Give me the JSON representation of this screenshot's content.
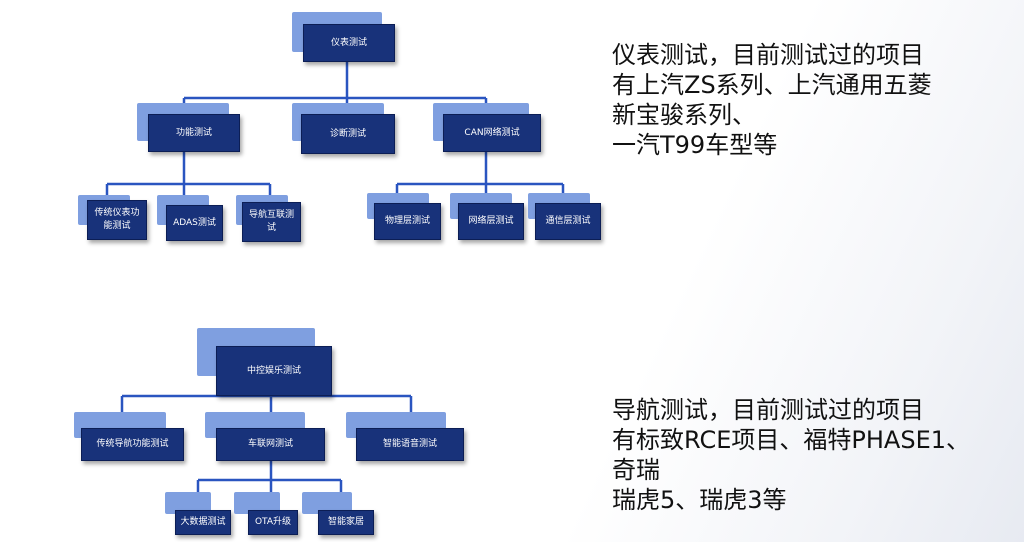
{
  "diagram1": {
    "root": "仪表测试",
    "level2": [
      "功能测试",
      "诊断测试",
      "CAN网络测试"
    ],
    "func_children": [
      "传统仪表功能测试",
      "ADAS测试",
      "导航互联测试"
    ],
    "can_children": [
      "物理层测试",
      "网络层测试",
      "通信层测试"
    ]
  },
  "diagram2": {
    "root": "中控娱乐测试",
    "level2": [
      "传统导航功能测试",
      "车联网测试",
      "智能语音测试"
    ],
    "iov_children": [
      "大数据测试",
      "OTA升级",
      "智能家居"
    ]
  },
  "text1": [
    "仪表测试，目前测试过的项目",
    "有上汽ZS系列、上汽通用五菱",
    "新宝骏系列、",
    "一汽T99车型等"
  ],
  "text2": [
    "导航测试，目前测试过的项目",
    "有标致RCE项目、福特PHASE1、",
    "奇瑞",
    "瑞虎5、瑞虎3等"
  ],
  "colors": {
    "box": "#18327a",
    "shadow": "#7f9fe0",
    "connector": "#2a55c0"
  }
}
